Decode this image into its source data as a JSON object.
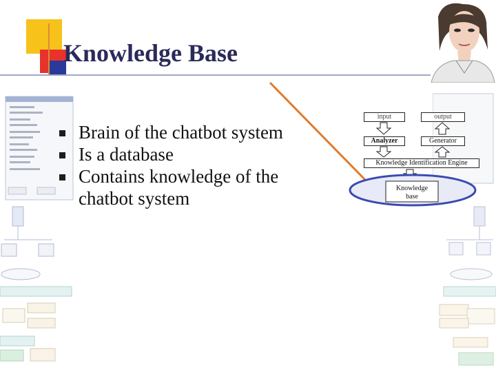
{
  "slide": {
    "title": "Knowledge Base",
    "bullets": [
      "Brain of the chatbot system",
      "Is a database",
      "Contains knowledge of the chatbot system"
    ]
  },
  "diagram": {
    "input_label": "input",
    "output_label": "output",
    "analyzer_label": "Analyzer",
    "generator_label": "Generator",
    "engine_label": "Knowledge Identification Engine",
    "knowledge_base_line1": "Knowledge",
    "knowledge_base_line2": "base"
  },
  "colors": {
    "title": "#2a2a5a",
    "accent_yellow": "#f7c21a",
    "accent_red": "#e8322c",
    "accent_blue": "#2a3a9a",
    "pointer": "#e07a2a",
    "kb_ellipse_fill": "#e8ebf7",
    "kb_ellipse_stroke": "#3b4bb0"
  },
  "icons": [
    "presenter-avatar",
    "chatbot-screenshot",
    "architecture-diagram"
  ]
}
